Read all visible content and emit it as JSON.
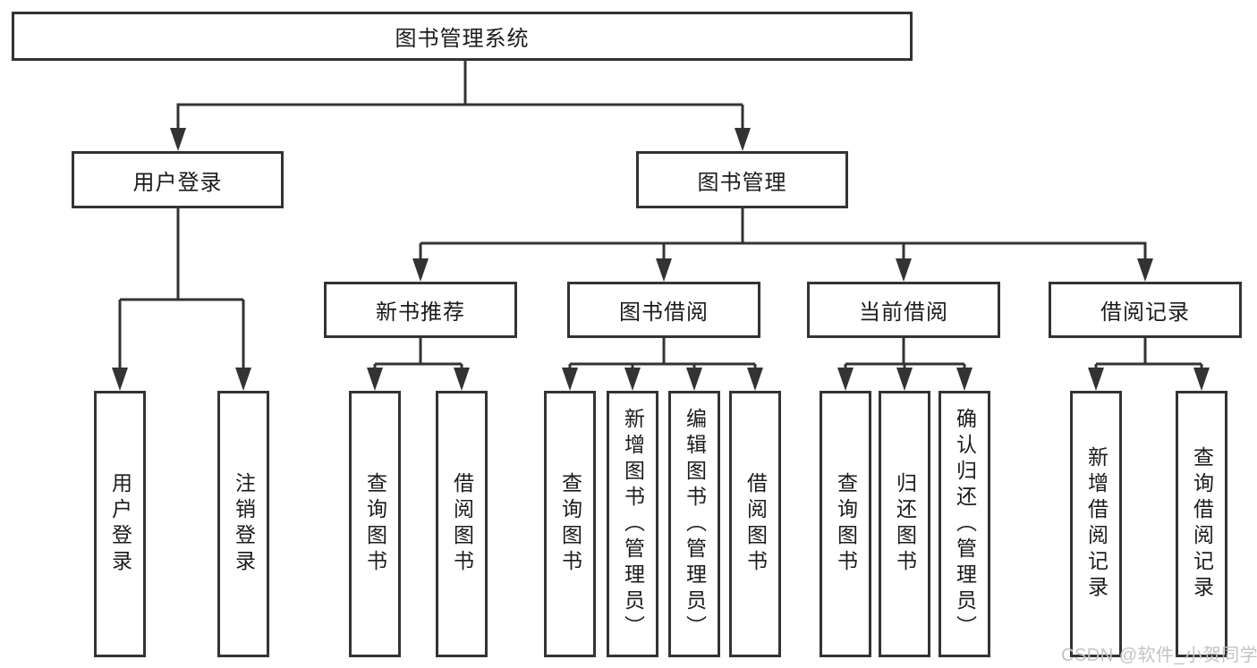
{
  "diagram": {
    "title": "图书管理系统",
    "tree": {
      "root": {
        "label": "图书管理系统",
        "children": [
          {
            "label": "用户登录",
            "children": [
              {
                "label": "用户登录"
              },
              {
                "label": "注销登录"
              }
            ]
          },
          {
            "label": "图书管理",
            "children": [
              {
                "label": "新书推荐",
                "children": [
                  {
                    "label": "查询图书"
                  },
                  {
                    "label": "借阅图书"
                  }
                ]
              },
              {
                "label": "图书借阅",
                "children": [
                  {
                    "label": "查询图书"
                  },
                  {
                    "label": "新增图书（管理员）"
                  },
                  {
                    "label": "编辑图书（管理员）"
                  },
                  {
                    "label": "借阅图书"
                  }
                ]
              },
              {
                "label": "当前借阅",
                "children": [
                  {
                    "label": "查询图书"
                  },
                  {
                    "label": "归还图书"
                  },
                  {
                    "label": "确认归还（管理员）"
                  }
                ]
              },
              {
                "label": "借阅记录",
                "children": [
                  {
                    "label": "新增借阅记录"
                  },
                  {
                    "label": "查询借阅记录"
                  }
                ]
              }
            ]
          }
        ]
      }
    },
    "colors": {
      "line": "#333333",
      "box_border": "#333333",
      "box_fill": "#ffffff",
      "text": "#1b1b1b",
      "watermark": "#c3c3c3"
    }
  },
  "watermark": {
    "text": "CSDN @软件_小贺同学"
  }
}
